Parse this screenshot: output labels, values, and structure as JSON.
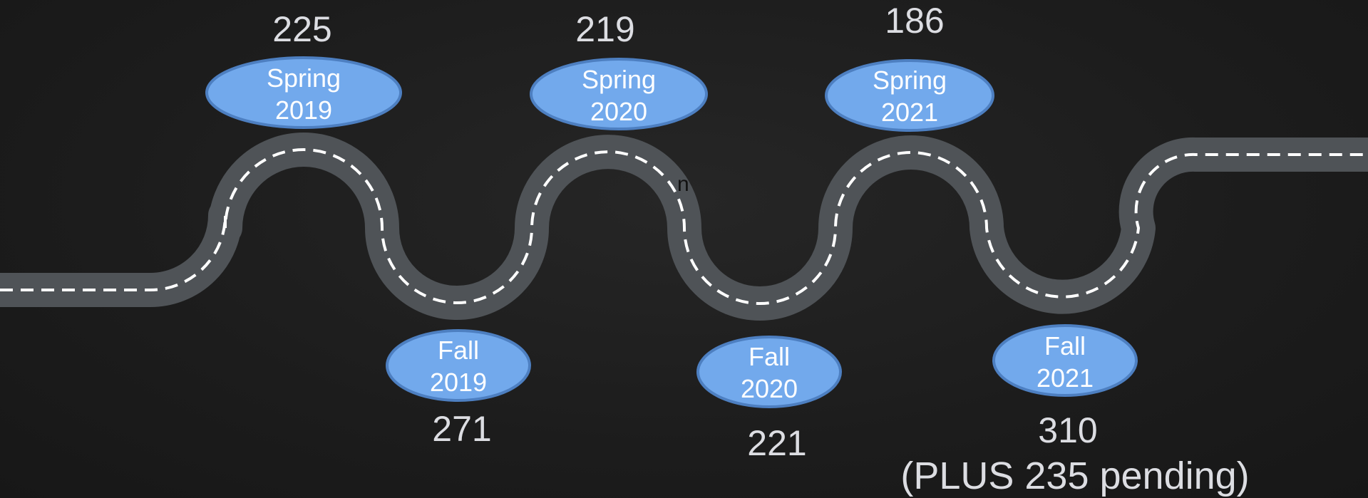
{
  "nodes": [
    {
      "id": "spring-2019",
      "line1": "Spring",
      "line2": "2019",
      "count": "225"
    },
    {
      "id": "fall-2019",
      "line1": "Fall",
      "line2": "2019",
      "count": "271"
    },
    {
      "id": "spring-2020",
      "line1": "Spring",
      "line2": "2020",
      "count": "219"
    },
    {
      "id": "fall-2020",
      "line1": "Fall",
      "line2": "2020",
      "count": "221"
    },
    {
      "id": "spring-2021",
      "line1": "Spring",
      "line2": "2021",
      "count": "186"
    },
    {
      "id": "fall-2021",
      "line1": "Fall",
      "line2": "2021",
      "count": "310"
    }
  ],
  "pending_note": "(PLUS 235 pending)",
  "stray_text": "n",
  "colors": {
    "road": "#4f5357",
    "road_dash": "#ffffff",
    "ellipse_fill": "#72a9ec",
    "ellipse_stroke": "#4d7fc1",
    "text": "#dcdde2"
  }
}
